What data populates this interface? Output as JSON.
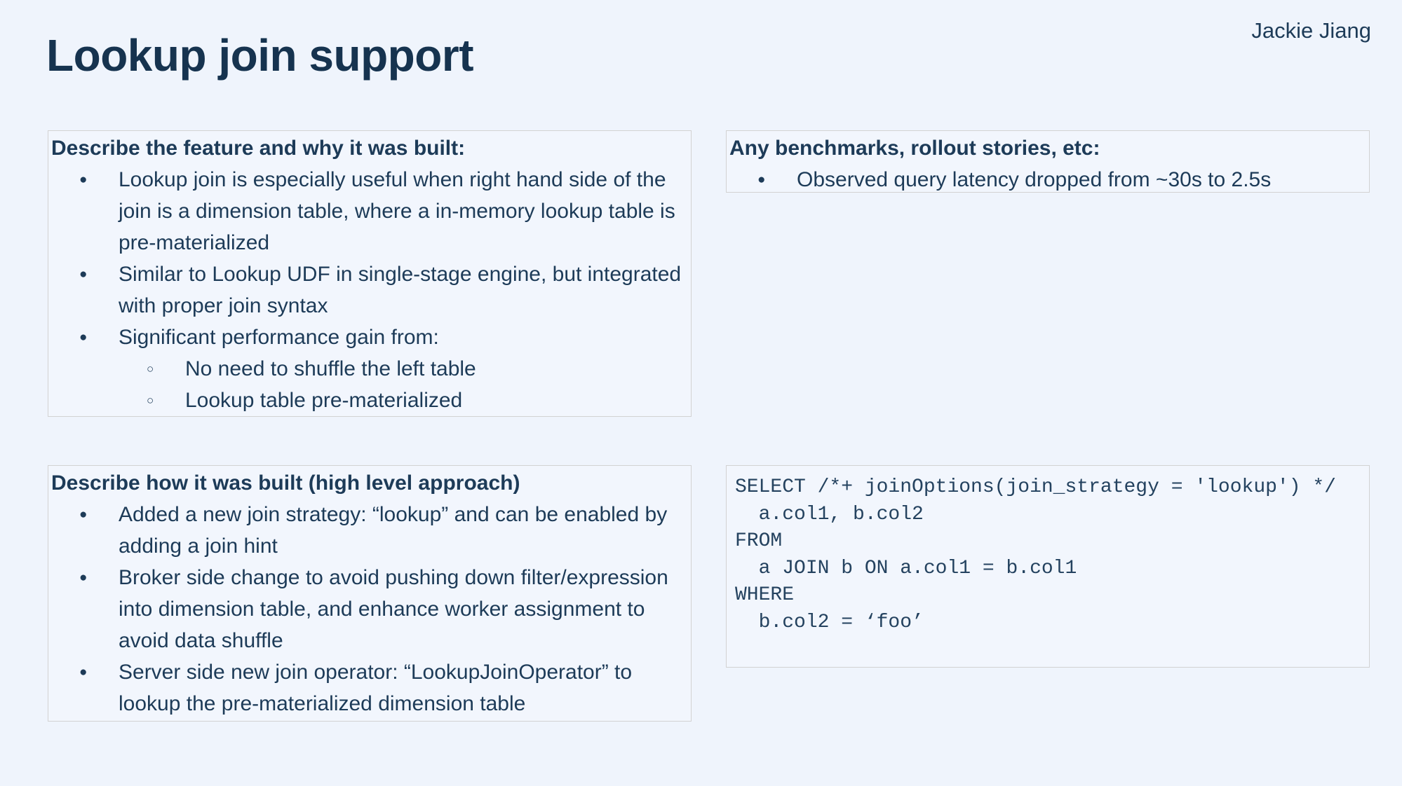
{
  "page": {
    "title": "Lookup join support",
    "author": "Jackie Jiang",
    "background_color": "#eff4fc",
    "box_background_color": "#f2f6fd",
    "box_border_color": "#d2d2d2",
    "text_color": "#1d3b58",
    "bullet_icon": "●",
    "sub_bullet_icon": "○"
  },
  "boxes": {
    "feature": {
      "header": "Describe the feature and why it was built:",
      "bullets": [
        {
          "level": 1,
          "text": "Lookup join is especially useful when right hand side of the join is a dimension table, where a in-memory lookup table is pre-materialized"
        },
        {
          "level": 1,
          "text": "Similar to Lookup UDF in single-stage engine, but integrated with proper join syntax"
        },
        {
          "level": 1,
          "text": "Significant performance gain from:"
        },
        {
          "level": 2,
          "text": "No need to shuffle the left table"
        },
        {
          "level": 2,
          "text": "Lookup table pre-materialized"
        }
      ]
    },
    "benchmarks": {
      "header": "Any benchmarks, rollout stories, etc:",
      "bullets": [
        {
          "level": 1,
          "text": "Observed query latency dropped from ~30s to 2.5s"
        }
      ]
    },
    "how_built": {
      "header": "Describe how it was built (high level approach)",
      "bullets": [
        {
          "level": 1,
          "text": "Added a new join strategy: “lookup” and can be enabled by adding a join hint"
        },
        {
          "level": 1,
          "text": "Broker side change to avoid pushing down filter/expression into dimension table, and enhance worker assignment to avoid data shuffle"
        },
        {
          "level": 1,
          "text": "Server side new join operator: “LookupJoinOperator” to lookup the pre-materialized dimension table"
        }
      ]
    },
    "code": {
      "lines": [
        "SELECT /*+ joinOptions(join_strategy = 'lookup') */",
        "  a.col1, b.col2",
        "FROM",
        "  a JOIN b ON a.col1 = b.col1",
        "WHERE",
        "  b.col2 = ‘foo’"
      ]
    }
  }
}
